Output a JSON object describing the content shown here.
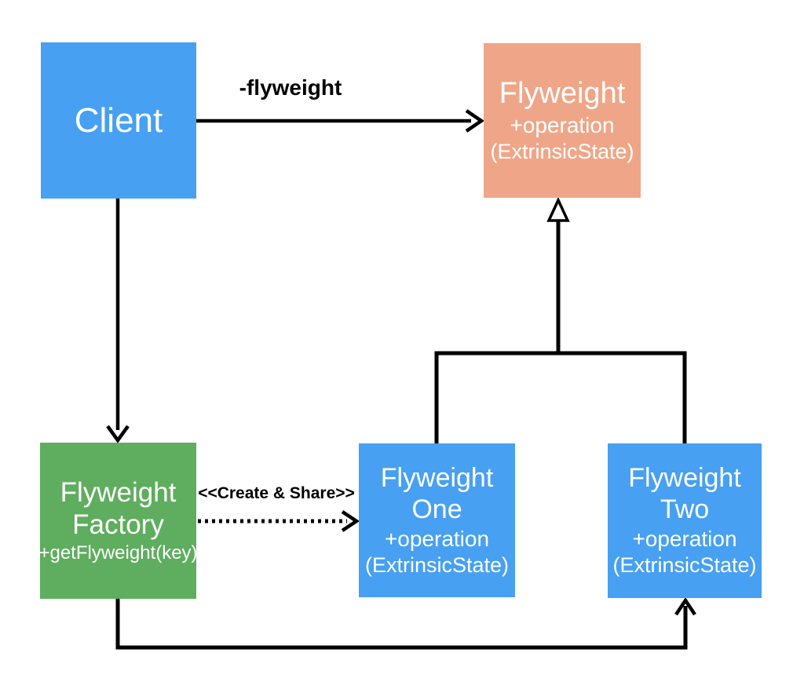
{
  "diagram": {
    "type": "uml-class-diagram",
    "subject": "Flyweight design pattern",
    "colors": {
      "client_box": "#47A0F1",
      "flyweight_box": "#EFA688",
      "factory_box": "#5FAD5F",
      "concrete_box": "#47A0F1",
      "box_text": "#FFFFFF",
      "edge": "#000000",
      "background": "#FFFFFF"
    },
    "nodes": {
      "client": {
        "lines": [
          "Client"
        ],
        "color": "#47A0F1"
      },
      "flyweight": {
        "lines": [
          "Flyweight",
          "+operation",
          "(ExtrinsicState)"
        ],
        "color": "#EFA688"
      },
      "flyweight_factory": {
        "lines": [
          "Flyweight",
          "Factory",
          "+getFlyweight(key)"
        ],
        "color": "#5FAD5F"
      },
      "flyweight_one": {
        "lines": [
          "Flyweight",
          "One",
          "+operation",
          "(ExtrinsicState)"
        ],
        "color": "#47A0F1"
      },
      "flyweight_two": {
        "lines": [
          "Flyweight",
          "Two",
          "+operation",
          "(ExtrinsicState)"
        ],
        "color": "#47A0F1"
      }
    },
    "edges": {
      "client_to_flyweight": {
        "label": "-flyweight",
        "from": "Client",
        "to": "Flyweight",
        "line": "solid",
        "head": "open-v"
      },
      "client_to_factory": {
        "label": "",
        "from": "Client",
        "to": "Flyweight Factory",
        "line": "solid",
        "head": "open-v"
      },
      "factory_to_one": {
        "label": "<<Create & Share>>",
        "from": "Flyweight Factory",
        "to": "Flyweight One",
        "line": "dotted",
        "head": "open-v"
      },
      "one_and_two_to_flyweight": {
        "label": "",
        "from": "Flyweight One, Flyweight Two",
        "to": "Flyweight",
        "line": "solid",
        "head": "hollow-triangle"
      },
      "factory_to_two": {
        "label": "",
        "from": "Flyweight Factory",
        "to": "Flyweight Two",
        "line": "solid",
        "head": "open-v"
      }
    }
  }
}
